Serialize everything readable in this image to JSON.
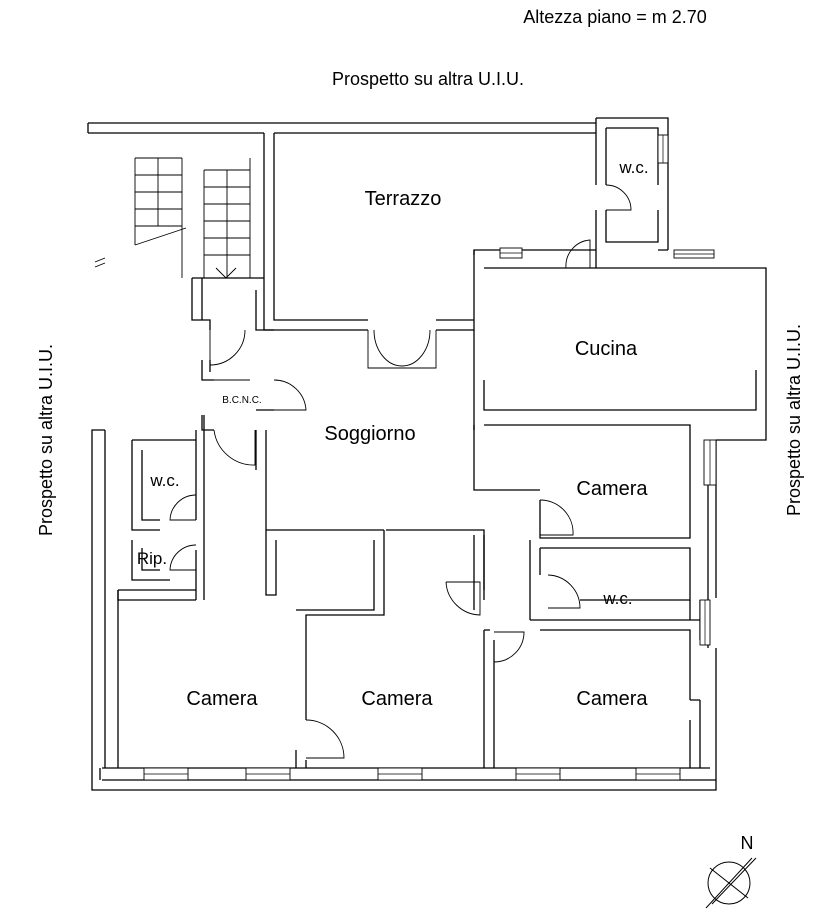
{
  "header": {
    "floor_height": "Altezza piano = m 2.70",
    "top_facade": "Prospetto su altra U.I.U.",
    "left_facade": "Prospetto su altra U.I.U.",
    "right_facade": "Prospetto su altra U.I.U."
  },
  "rooms": {
    "terrazzo": "Terrazzo",
    "wc_terrace": "w.c.",
    "cucina": "Cucina",
    "bcnc": "B.C.N.C.",
    "soggiorno": "Soggiorno",
    "wc_left": "w.c.",
    "rip": "Rip.",
    "camera_mid_right": "Camera",
    "wc_right": "w.c.",
    "camera_bottom_left": "Camera",
    "camera_bottom_mid": "Camera",
    "camera_bottom_right": "Camera"
  },
  "compass": {
    "label": "N",
    "icon": "north-arrow-icon"
  }
}
